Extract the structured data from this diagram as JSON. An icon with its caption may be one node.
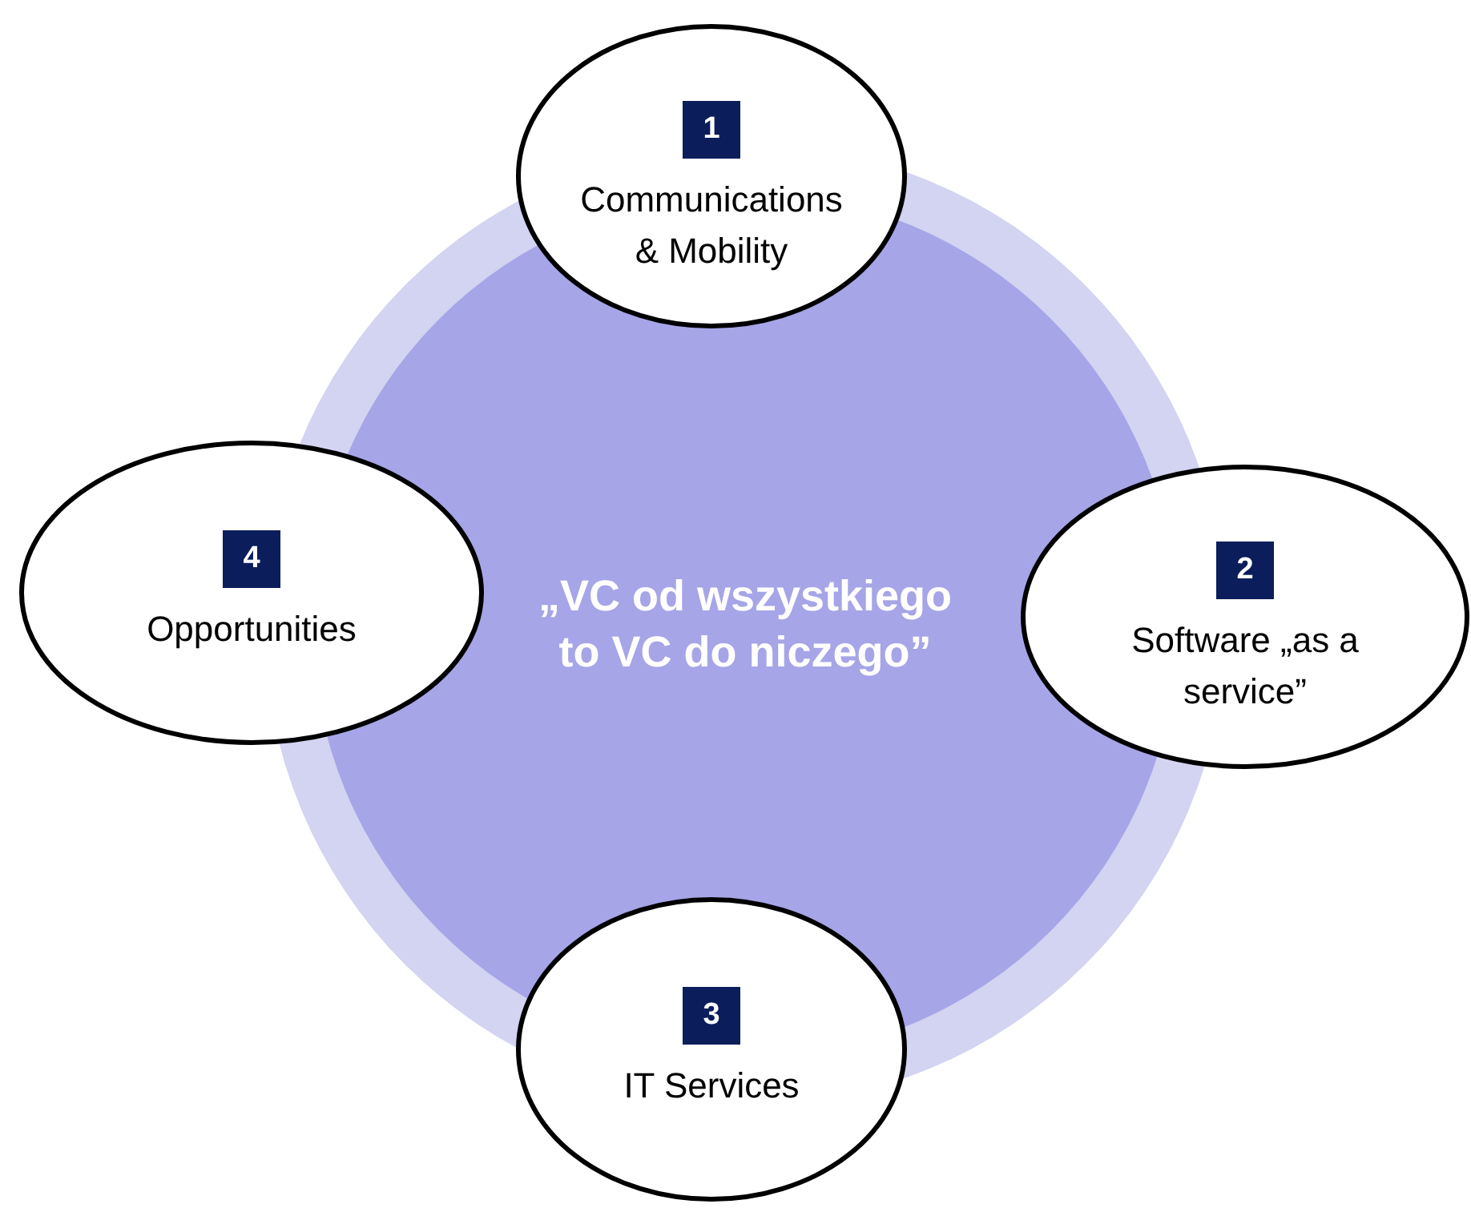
{
  "diagram": {
    "nodes": [
      {
        "text": [
          "„VC od wszystkiego to VC do niczego”"
        ]
      },
      {
        "text": [
          "1",
          "Communications & Mobility"
        ]
      },
      {
        "text": [
          "2",
          "Software „as a service”"
        ]
      },
      {
        "text": [
          "3",
          "IT Services"
        ]
      },
      {
        "text": [
          "4",
          "Opportunities"
        ]
      }
    ]
  }
}
